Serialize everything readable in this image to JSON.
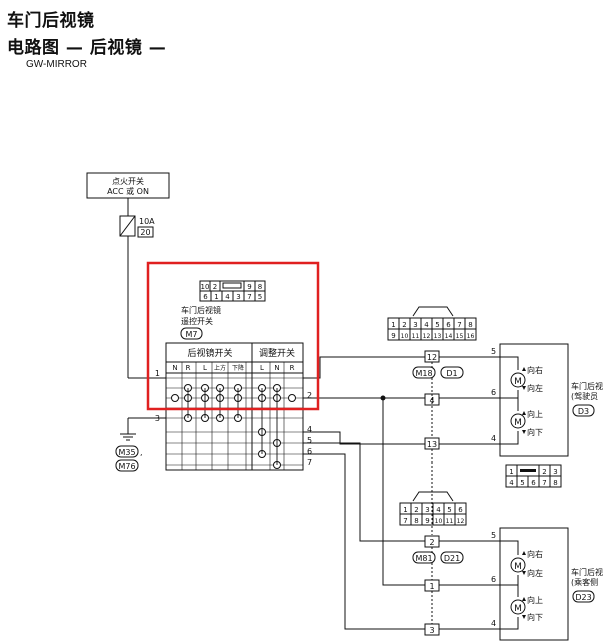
{
  "header": {
    "title": "车门后视镜",
    "subtitle": "电路图 — 后视镜 —",
    "code": "GW-MIRROR"
  },
  "ignition": {
    "line1": "点火开关",
    "line2": "ACC 或 ON"
  },
  "fuse": {
    "amps": "10A",
    "number": "20"
  },
  "remote_switch": {
    "label1": "车门后视镜",
    "label2": "遥控开关",
    "connector": "M7",
    "pins_top": [
      "10",
      "2",
      "",
      "9",
      "8"
    ],
    "pins_bottom": [
      "6",
      "1",
      "4",
      "3",
      "7",
      "5"
    ],
    "header_left": "后视镜开关",
    "header_right": "调整开关",
    "cols": [
      "N",
      "R",
      "L",
      "上方",
      "下降",
      "L",
      "N",
      "R"
    ],
    "terminals": [
      "1",
      "2",
      "3",
      "4",
      "5",
      "6",
      "7"
    ]
  },
  "ground": {
    "conn1": "M35",
    "sep": ",",
    "conn2": "M76"
  },
  "upper_joint": {
    "pins_top": [
      "1",
      "2",
      "3",
      "4",
      "5",
      "6",
      "7",
      "8"
    ],
    "pins_bottom": [
      "9",
      "10",
      "11",
      "12",
      "13",
      "14",
      "15",
      "16"
    ],
    "conn_left": "M18",
    "conn_right": "D1",
    "t12": "12",
    "t4": "4",
    "t13": "13"
  },
  "lower_joint": {
    "pins_top": [
      "1",
      "2",
      "3",
      "4",
      "5",
      "6"
    ],
    "pins_bottom": [
      "7",
      "8",
      "9",
      "10",
      "11",
      "12"
    ],
    "conn_left": "M81",
    "conn_right": "D21",
    "t2": "2",
    "t1": "1",
    "t3": "3"
  },
  "mirror_driver": {
    "label1": "车门后视",
    "label2": "(驾驶员",
    "connector": "D3",
    "right": "向右",
    "left": "向左",
    "up": "向上",
    "down": "向下",
    "motor": "M",
    "pin5": "5",
    "pin6": "6",
    "pin4": "4"
  },
  "mirror_passenger": {
    "label1": "车门后视",
    "label2": "(乘客侧",
    "connector": "D23",
    "right": "向右",
    "left": "向左",
    "up": "向上",
    "down": "向下",
    "motor": "M",
    "pin5": "5",
    "pin6": "6",
    "pin4": "4"
  },
  "mirror_conn_pins": {
    "top": [
      "1",
      "",
      "2",
      "3"
    ],
    "bottom": [
      "4",
      "5",
      "6",
      "7",
      "8"
    ]
  },
  "highlight_color": "#e02020"
}
